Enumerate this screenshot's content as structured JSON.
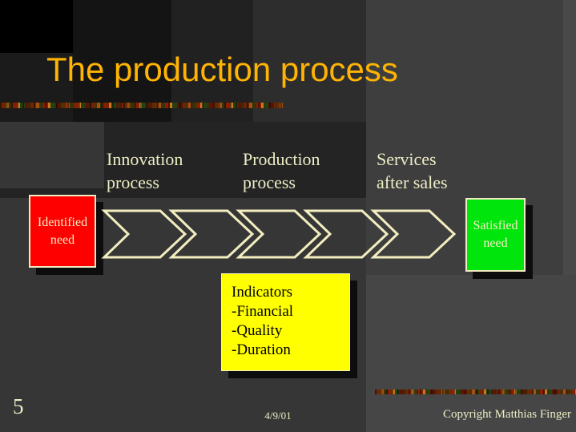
{
  "slide": {
    "title": "The production process",
    "page_number": "5",
    "date": "4/9/01",
    "copyright": "Copyright Matthias Finger"
  },
  "process_flow": {
    "stage_labels": [
      {
        "line1": "Innovation",
        "line2": "process"
      },
      {
        "line1": "Production",
        "line2": "process"
      },
      {
        "line1": "Services",
        "line2": "after sales"
      }
    ],
    "chevron_count": 5,
    "start_box": {
      "line1": "Identified",
      "line2": "need"
    },
    "end_box": {
      "line1": "Satisfied",
      "line2": "need"
    },
    "indicators_box": {
      "title": "Indicators",
      "items": [
        "-Financial",
        "-Quality",
        "-Duration"
      ]
    }
  },
  "colors": {
    "title_text": "#FFB404",
    "label_text": "#EDEDC6",
    "chevron_outline": "#F2EDC0",
    "identified_need_bg": "#FF0000",
    "satisfied_need_bg": "#00E60C",
    "indicators_bg": "#FFFF00",
    "shadow": "#0d0d0d",
    "base_background": "#464646"
  }
}
